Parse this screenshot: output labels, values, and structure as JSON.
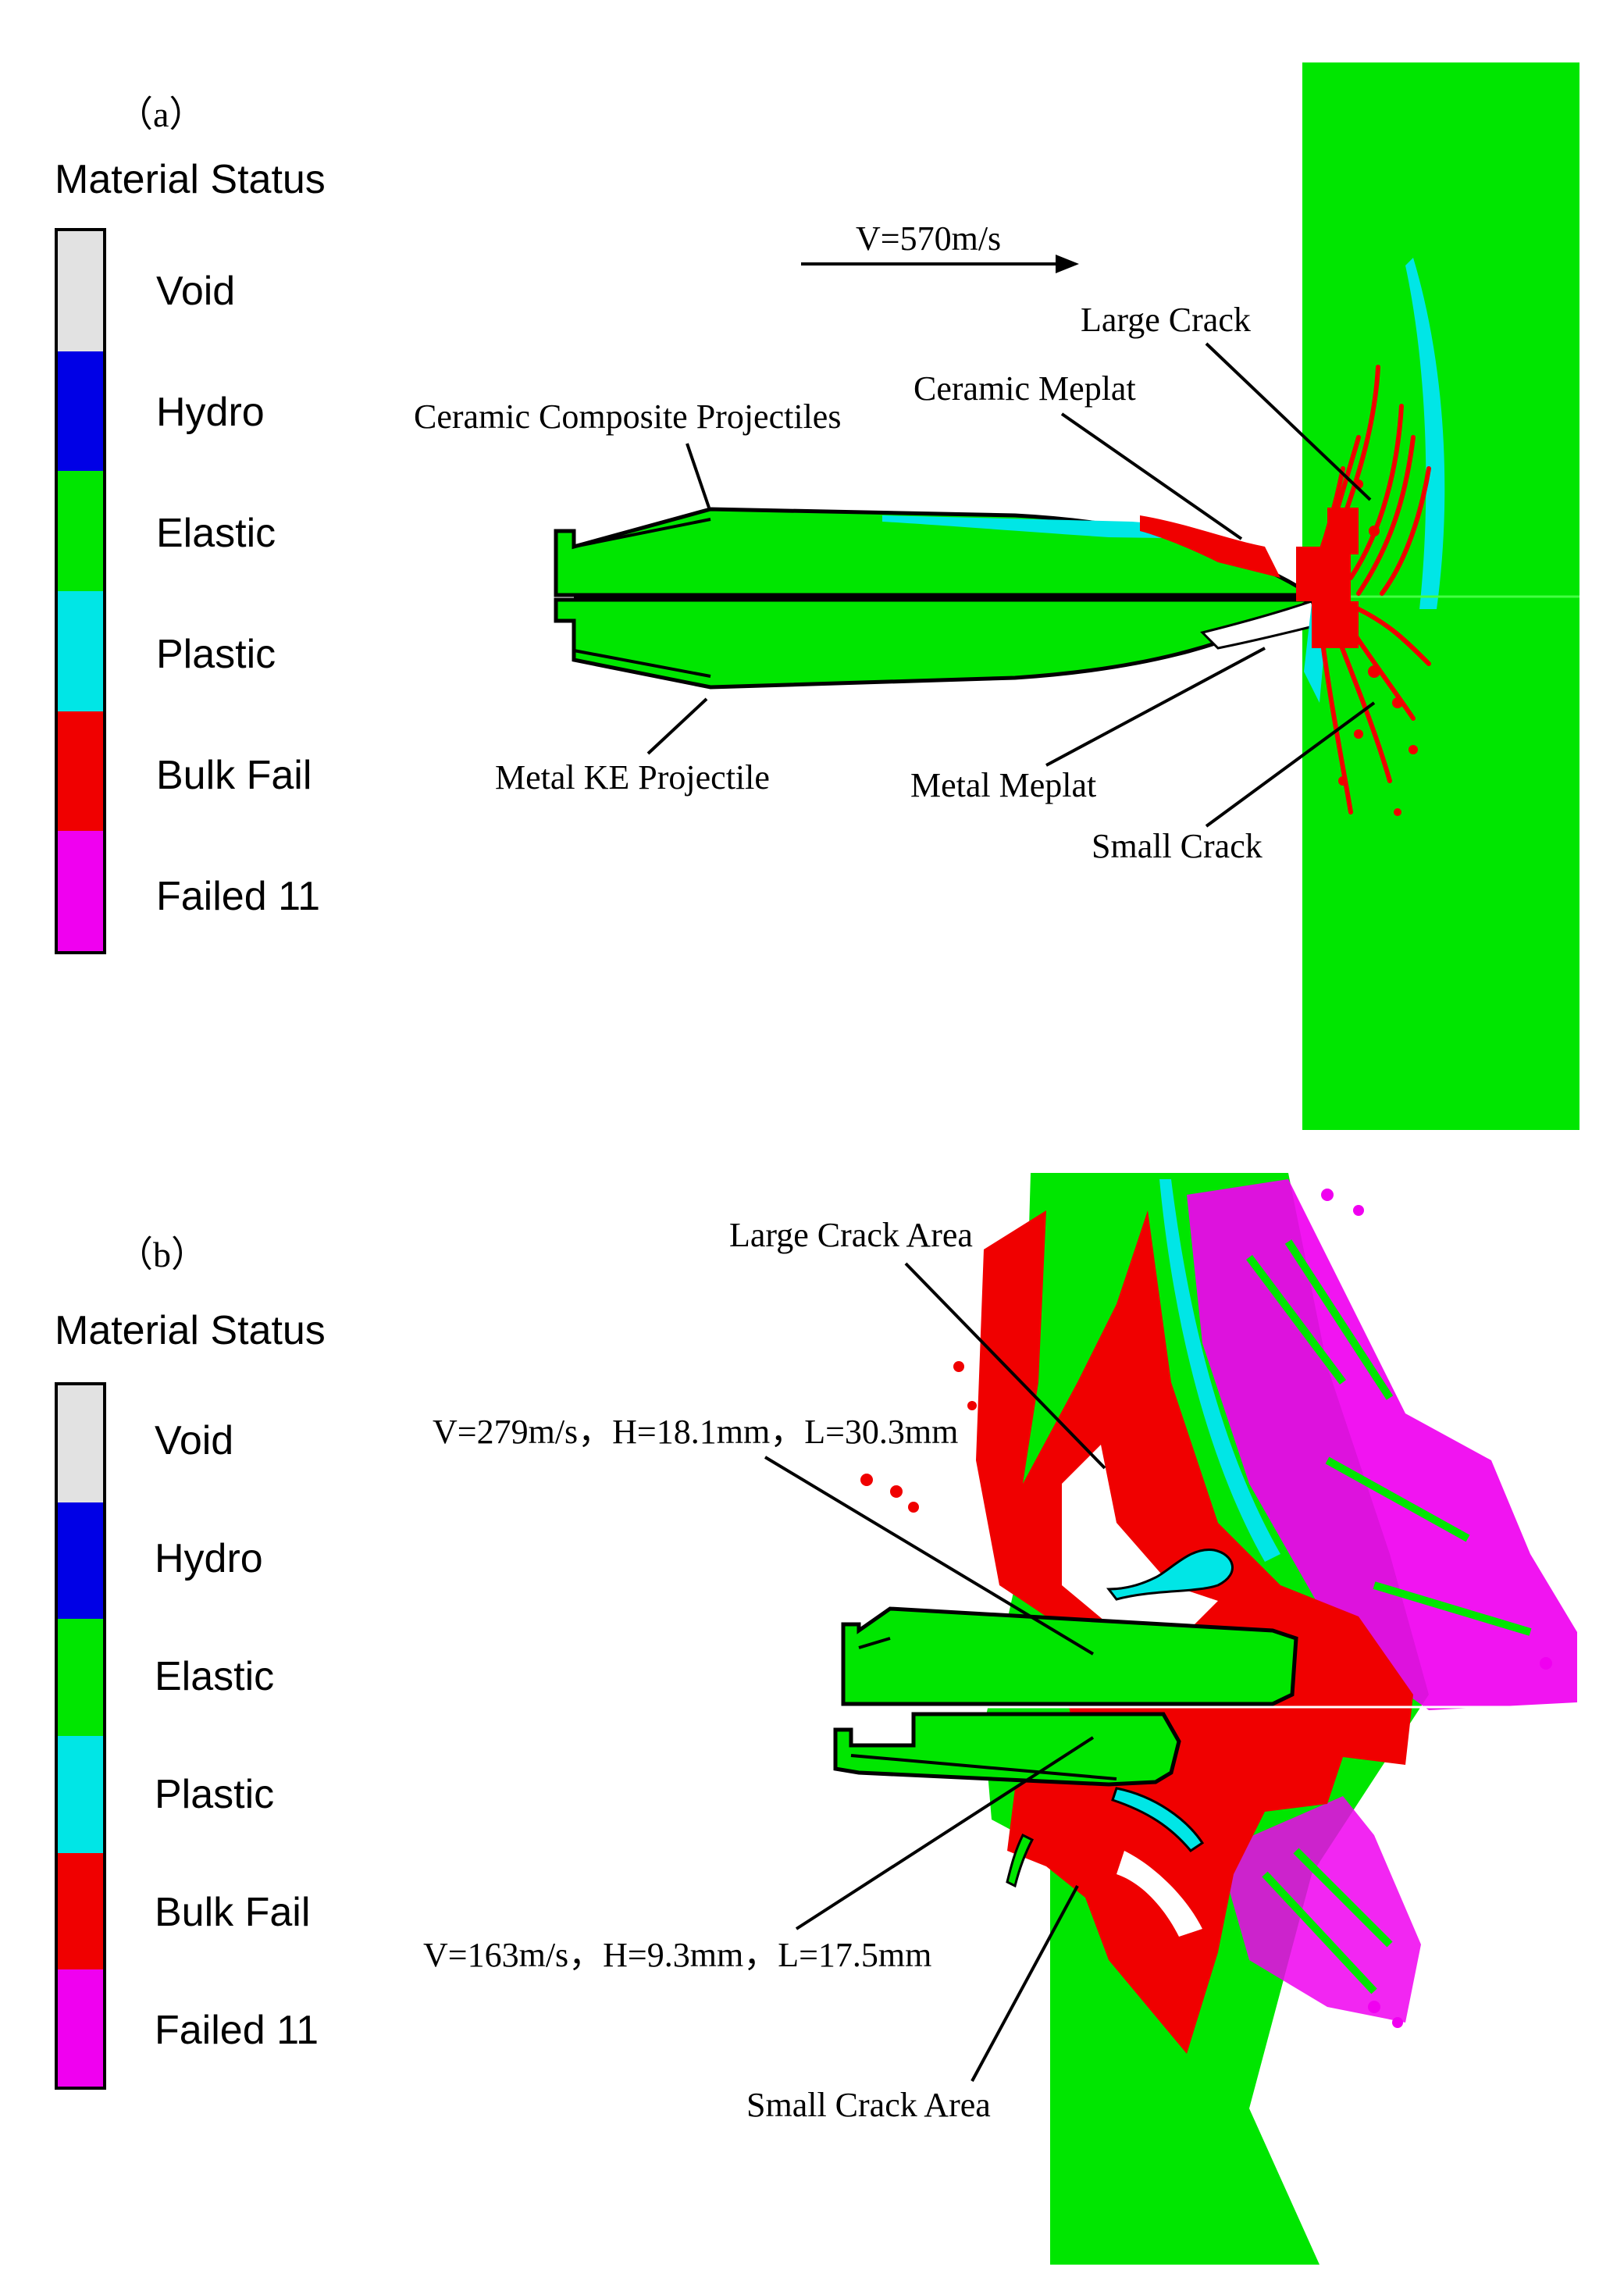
{
  "legend_colors": {
    "void": "#e2e2e2",
    "hydro": "#0000e6",
    "elastic": "#00e600",
    "plastic": "#00e6e6",
    "bulk_fail": "#f00000",
    "failed_11": "#f000f0"
  },
  "panel_a": {
    "label": "（a）",
    "legend_title": "Material Status",
    "legend": [
      {
        "label": "Void",
        "color": "#e2e2e2"
      },
      {
        "label": "Hydro",
        "color": "#0000e6"
      },
      {
        "label": "Elastic",
        "color": "#00e600"
      },
      {
        "label": "Plastic",
        "color": "#00e6e6"
      },
      {
        "label": "Bulk Fail",
        "color": "#f00000"
      },
      {
        "label": "Failed 11",
        "color": "#f000f0"
      }
    ],
    "annotations": {
      "velocity": "V=570m/s",
      "large_crack": "Large Crack",
      "ceramic_meplat": "Ceramic Meplat",
      "ceramic_projectiles": "Ceramic Composite Projectiles",
      "metal_projectile": "Metal KE Projectile",
      "metal_meplat": "Metal Meplat",
      "small_crack": "Small Crack"
    }
  },
  "panel_b": {
    "label": "（b）",
    "legend_title": "Material Status",
    "legend": [
      {
        "label": "Void",
        "color": "#e2e2e2"
      },
      {
        "label": "Hydro",
        "color": "#0000e6"
      },
      {
        "label": "Elastic",
        "color": "#00e600"
      },
      {
        "label": "Plastic",
        "color": "#00e6e6"
      },
      {
        "label": "Bulk Fail",
        "color": "#f00000"
      },
      {
        "label": "Failed 11",
        "color": "#f000f0"
      }
    ],
    "annotations": {
      "large_crack_area": "Large Crack Area",
      "upper_condition": "V=279m/s，H=18.1mm，L=30.3mm",
      "lower_condition": "V=163m/s，H=9.3mm，L=17.5mm",
      "small_crack_area": "Small Crack Area"
    }
  }
}
